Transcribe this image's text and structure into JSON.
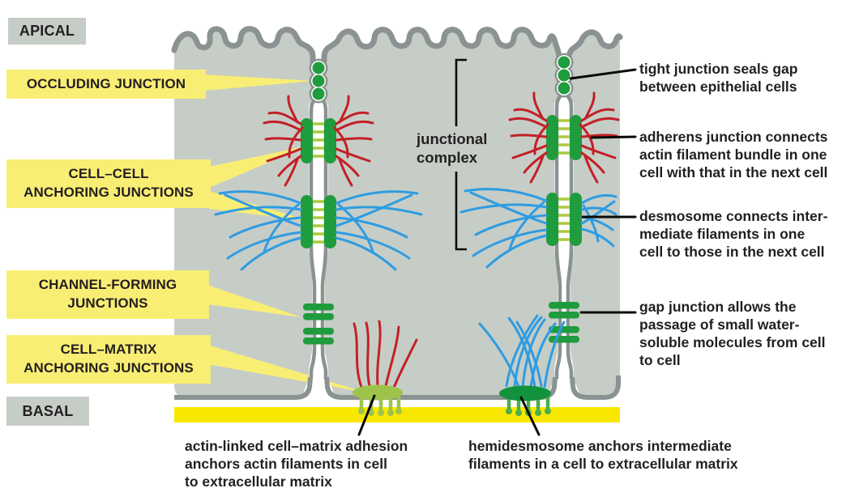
{
  "colors": {
    "cell_fill": "#c6cdc7",
    "membrane": "#8b9292",
    "label_yellow": "#f9ee74",
    "lamina_yellow": "#f8e800",
    "junction_green": "#1f9c3d",
    "rung_green": "#a8ca3e",
    "matrix_green": "#9dc34a",
    "hemi_green": "#12923c",
    "pin_green": "#4cae4d",
    "actin_red": "#c32026",
    "filament_blue": "#2f9ce1",
    "ink": "#231f20"
  },
  "region_labels": {
    "apical": "APICAL",
    "basal": "BASAL"
  },
  "callouts": {
    "occluding": "OCCLUDING JUNCTION",
    "cell_cell": "CELL–CELL\nANCHORING JUNCTIONS",
    "channel_forming": "CHANNEL-FORMING\nJUNCTIONS",
    "cell_matrix": "CELL–MATRIX\nANCHORING JUNCTIONS"
  },
  "center_label": "junctional\ncomplex",
  "annotations": {
    "tight_junction": "tight junction seals gap\nbetween epithelial cells",
    "adherens_junction": "adherens junction connects\nactin filament bundle in one\ncell with that in the next cell",
    "desmosome": "desmosome connects inter-\nmediate filaments in one\ncell to those in the next cell",
    "gap_junction": "gap junction allows the\npassage of small water-\nsoluble molecules from cell\nto cell",
    "actin_linked": "actin-linked cell–matrix adhesion\nanchors actin filaments in cell\nto extracellular matrix",
    "hemidesmosome": "hemidesmosome anchors intermediate\nfilaments in a cell to extracellular matrix"
  }
}
